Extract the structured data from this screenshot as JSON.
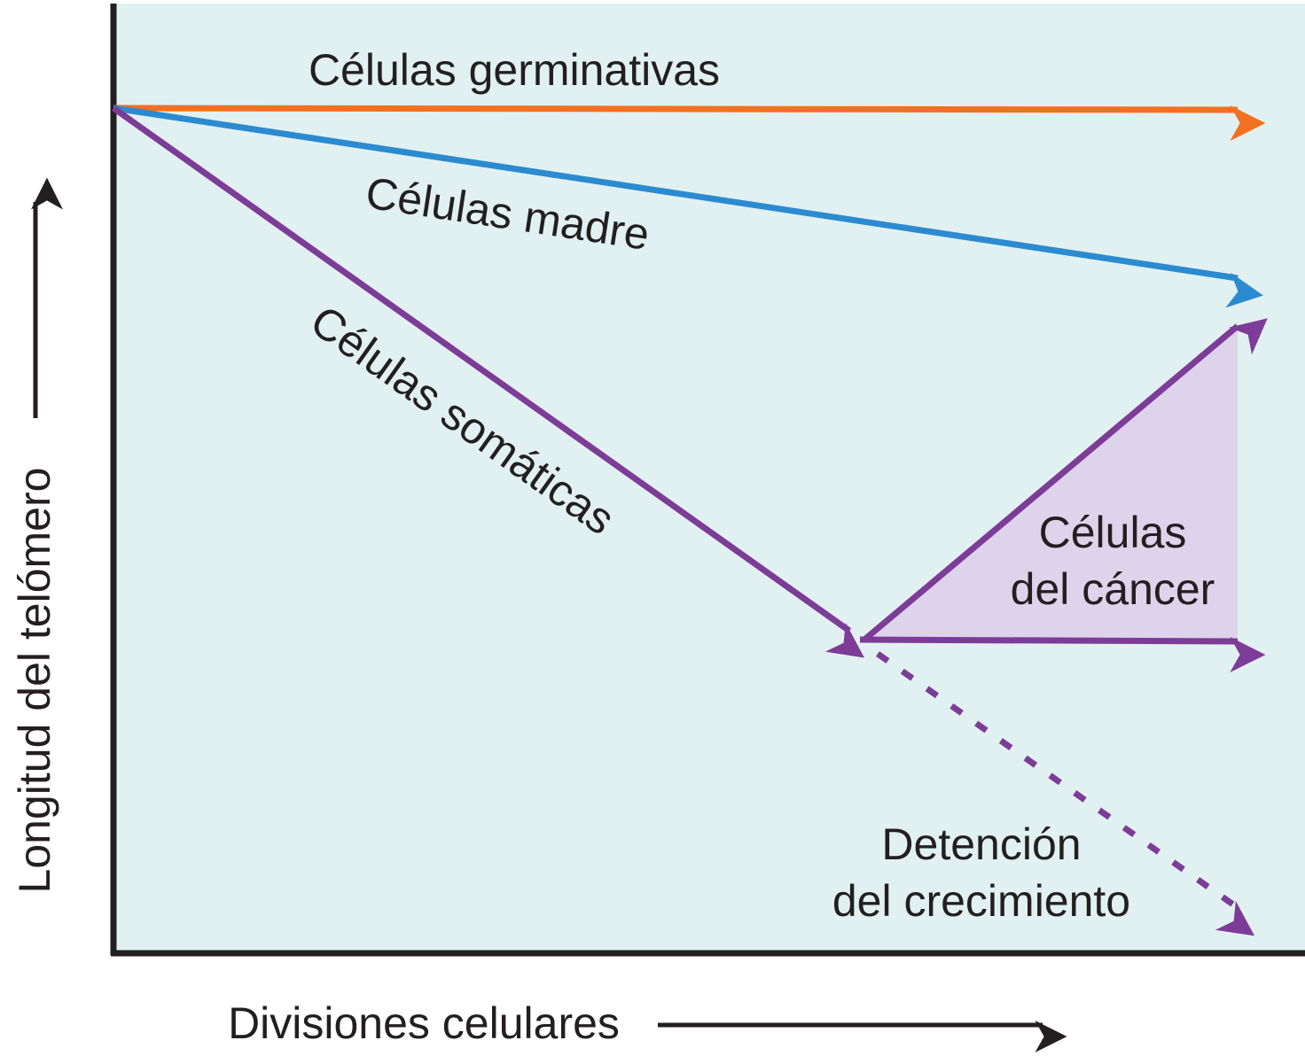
{
  "axes": {
    "x_label": "Divisiones celulares",
    "y_label": "Longitud del telómero"
  },
  "lines": {
    "germinal": {
      "label": "Células germinativas",
      "color": "#f37021"
    },
    "stem": {
      "label": "Células madre",
      "color": "#2b8bd0"
    },
    "somatic": {
      "label": "Células somáticas",
      "color": "#7d3c98"
    },
    "cancer": {
      "line1": "Células",
      "line2": "del cáncer",
      "color": "#7d3c98",
      "fill": "#ddd3ea"
    },
    "arrest": {
      "line1": "Detención",
      "line2": "del crecimiento",
      "color": "#7d3c98"
    }
  },
  "colors": {
    "plot_background": "#e1f1f1",
    "axis": "#231f20"
  }
}
